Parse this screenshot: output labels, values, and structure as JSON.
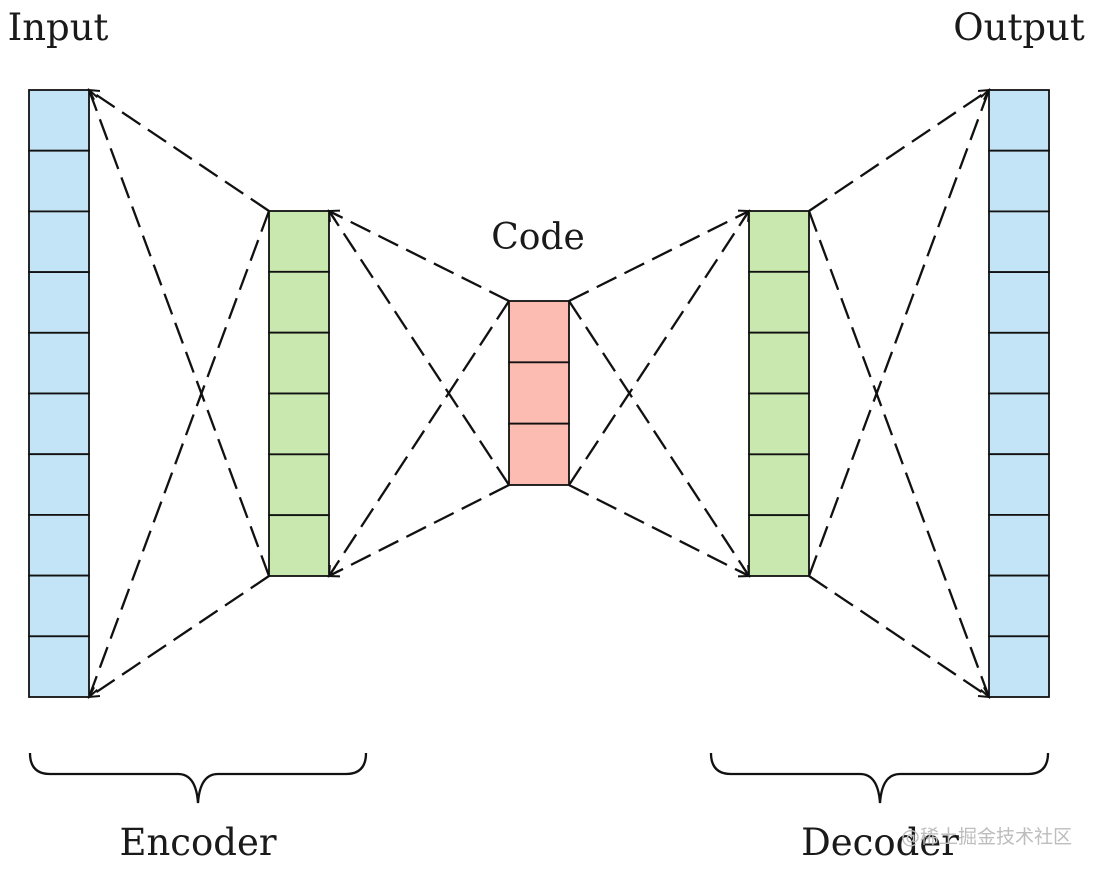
{
  "labels": {
    "input": "Input",
    "output": "Output",
    "code": "Code",
    "encoder": "Encoder",
    "decoder": "Decoder"
  },
  "watermark": "@稀土掘金技术社区",
  "colors": {
    "input_output_fill": "#c3e4f6",
    "hidden_fill": "#c8e8b0",
    "code_fill": "#fdbcb2",
    "line": "#111111"
  },
  "layers": [
    {
      "id": "input",
      "cells": 10,
      "color": "#c3e4f6"
    },
    {
      "id": "encoder-hidden",
      "cells": 6,
      "color": "#c8e8b0"
    },
    {
      "id": "code",
      "cells": 3,
      "color": "#fdbcb2"
    },
    {
      "id": "decoder-hidden",
      "cells": 6,
      "color": "#c8e8b0"
    },
    {
      "id": "output",
      "cells": 10,
      "color": "#c3e4f6"
    }
  ]
}
